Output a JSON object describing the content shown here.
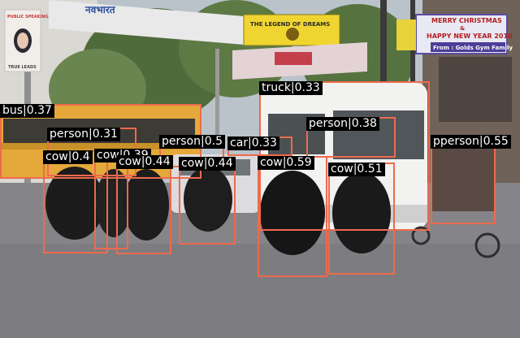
{
  "image": {
    "box_color": "#ee6a4d",
    "label_bg": "#000000",
    "label_fg": "#ffffff"
  },
  "signs": {
    "banner_top": "नवभारत",
    "yellow_banner": "THE LEGEND OF DREAMS",
    "xmas_line1": "MERRY CHRISTMAS",
    "xmas_line2": "&",
    "xmas_line3": "HAPPY NEW YEAR 2010",
    "xmas_line4": "From : Golds Gym Family",
    "public_speaking": "PUBLIC SPEAKING",
    "left_poster_bottom": "TRUE LEADS"
  },
  "detections": [
    {
      "id": "bus",
      "label": "bus|0.37"
    },
    {
      "id": "truck",
      "label": "truck|0.33"
    },
    {
      "id": "person-1",
      "label": "person|0.31"
    },
    {
      "id": "person-2",
      "label": "person|0.38"
    },
    {
      "id": "person-3",
      "label": "person|0.5"
    },
    {
      "id": "person-4",
      "label": "pperson|0.55"
    },
    {
      "id": "car",
      "label": "car|0.33"
    },
    {
      "id": "cow-1",
      "label": "cow|0.4"
    },
    {
      "id": "cow-2",
      "label": "cow|0.39"
    },
    {
      "id": "cow-3",
      "label": "cow|0.44"
    },
    {
      "id": "cow-4",
      "label": "cow|0.44"
    },
    {
      "id": "cow-5",
      "label": "cow|0.59"
    },
    {
      "id": "cow-6",
      "label": "cow|0.51"
    }
  ]
}
